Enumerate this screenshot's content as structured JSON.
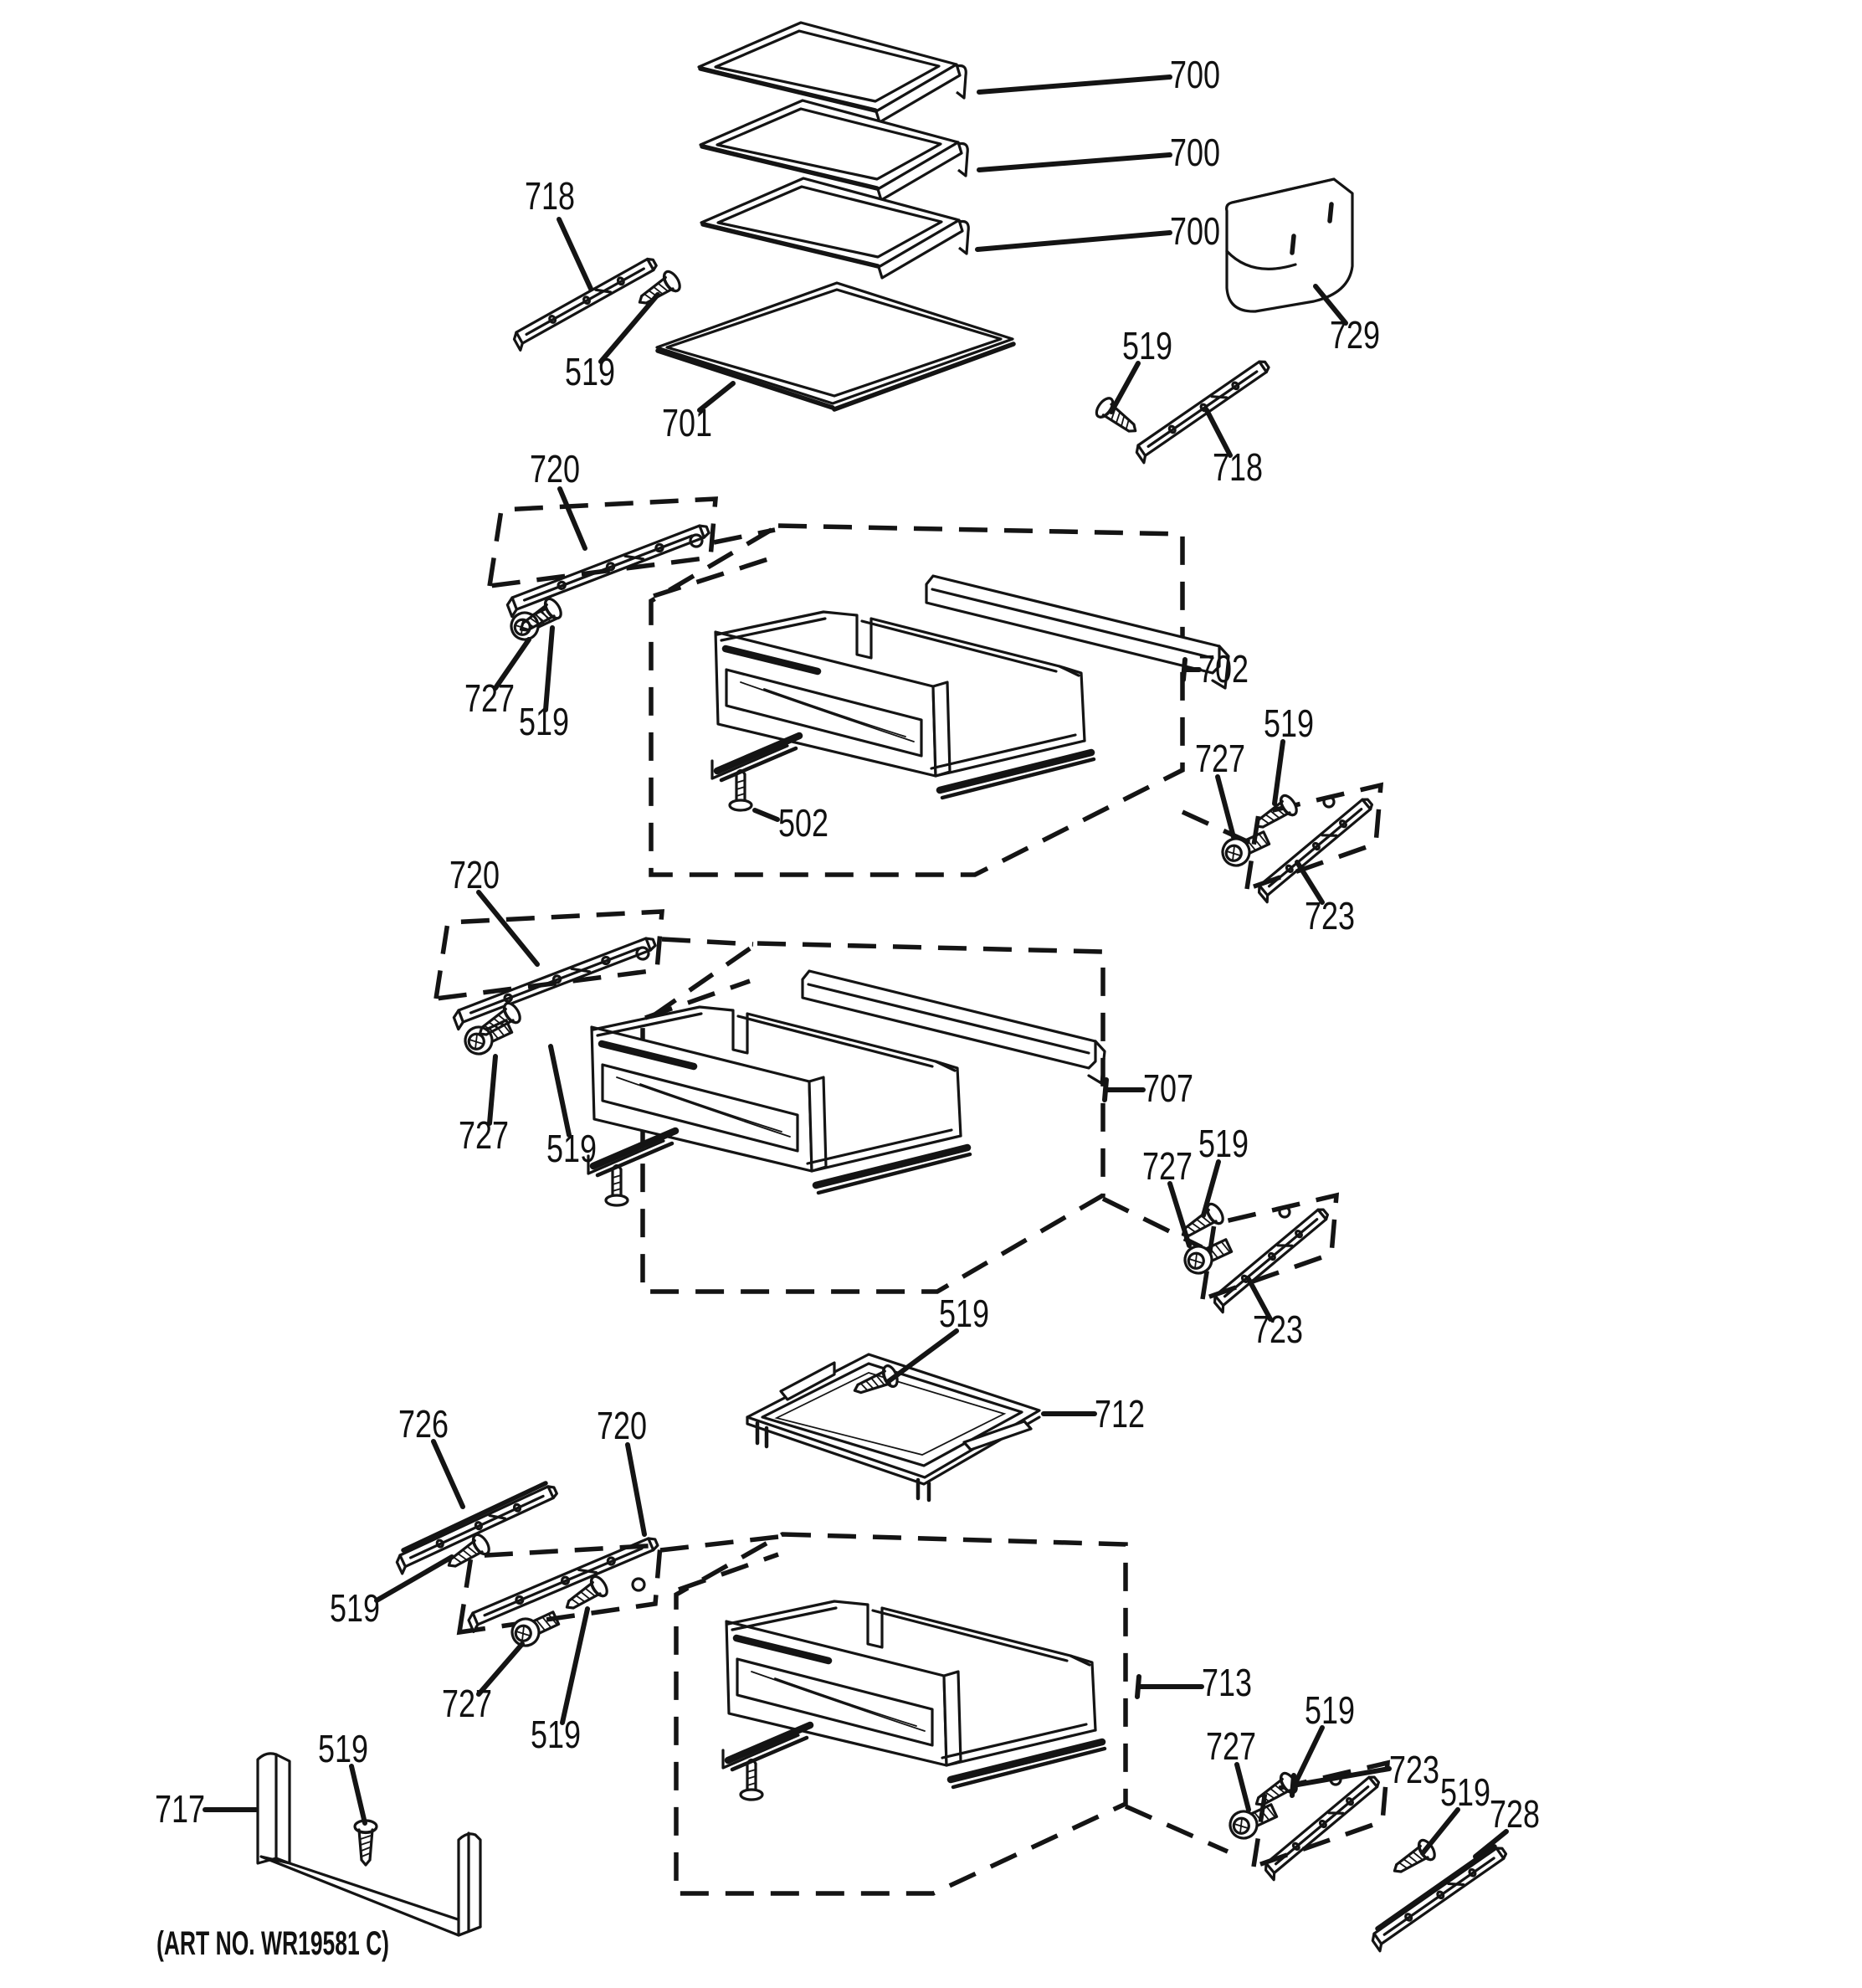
{
  "art_no": "(ART NO. WR19581 C)",
  "callouts": [
    {
      "id": "700-top",
      "text": "700"
    },
    {
      "id": "700-middle",
      "text": "700"
    },
    {
      "id": "700-bottom",
      "text": "700"
    },
    {
      "id": "718-left",
      "text": "718"
    },
    {
      "id": "519-shelf-rail-left",
      "text": "519"
    },
    {
      "id": "701",
      "text": "701"
    },
    {
      "id": "519-shelf-rail-right",
      "text": "519"
    },
    {
      "id": "729",
      "text": "729"
    },
    {
      "id": "718-right",
      "text": "718"
    },
    {
      "id": "720-upper",
      "text": "720"
    },
    {
      "id": "727-upper-left",
      "text": "727"
    },
    {
      "id": "519-upper-left",
      "text": "519"
    },
    {
      "id": "702",
      "text": "702"
    },
    {
      "id": "502",
      "text": "502"
    },
    {
      "id": "519-right-1",
      "text": "519"
    },
    {
      "id": "727-right-1",
      "text": "727"
    },
    {
      "id": "723-right-1",
      "text": "723"
    },
    {
      "id": "720-middle",
      "text": "720"
    },
    {
      "id": "727-middle-left",
      "text": "727"
    },
    {
      "id": "519-middle-left",
      "text": "519"
    },
    {
      "id": "707",
      "text": "707"
    },
    {
      "id": "519-right-2",
      "text": "519"
    },
    {
      "id": "727-right-2",
      "text": "727"
    },
    {
      "id": "723-right-2",
      "text": "723"
    },
    {
      "id": "519-shelf-712",
      "text": "519"
    },
    {
      "id": "712",
      "text": "712"
    },
    {
      "id": "726",
      "text": "726"
    },
    {
      "id": "720-lower",
      "text": "720"
    },
    {
      "id": "519-lower-left-a",
      "text": "519"
    },
    {
      "id": "727-lower-left",
      "text": "727"
    },
    {
      "id": "519-lower-left-b",
      "text": "519"
    },
    {
      "id": "717",
      "text": "717"
    },
    {
      "id": "519-bracket",
      "text": "519"
    },
    {
      "id": "713",
      "text": "713"
    },
    {
      "id": "519-right-3",
      "text": "519"
    },
    {
      "id": "727-right-3",
      "text": "727"
    },
    {
      "id": "723-right-3",
      "text": "723"
    },
    {
      "id": "519-right-4",
      "text": "519"
    },
    {
      "id": "728",
      "text": "728"
    }
  ]
}
